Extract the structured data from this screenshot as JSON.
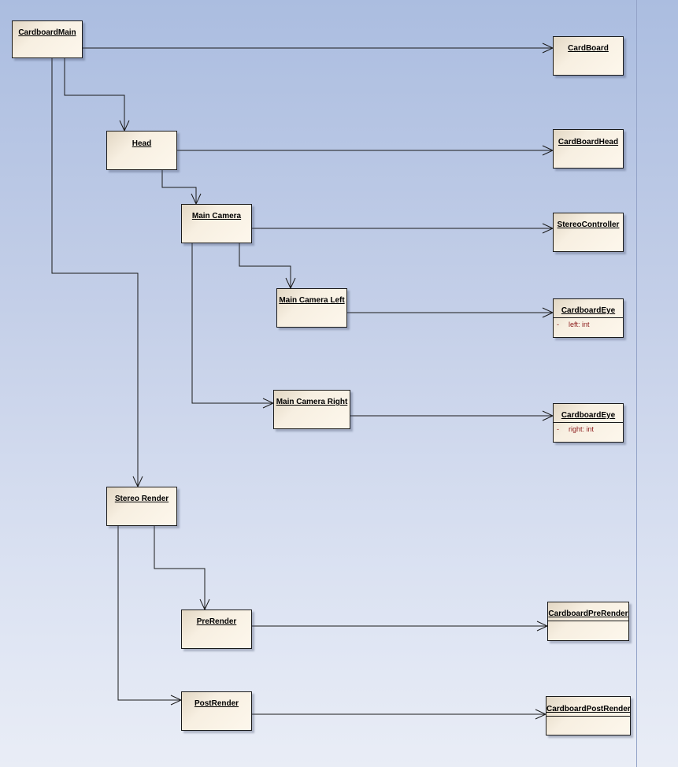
{
  "diagram": {
    "nodes": [
      {
        "id": "cardboardmain",
        "name": "CardboardMain",
        "attribute": null
      },
      {
        "id": "cardboard",
        "name": "CardBoard",
        "attribute": null
      },
      {
        "id": "head",
        "name": "Head",
        "attribute": null
      },
      {
        "id": "cardboardhead",
        "name": "CardBoardHead",
        "attribute": null
      },
      {
        "id": "main-camera",
        "name": "Main Camera",
        "attribute": null
      },
      {
        "id": "stereocontroller",
        "name": "StereoController",
        "attribute": null
      },
      {
        "id": "main-camera-left",
        "name": "Main Camera Left",
        "attribute": null
      },
      {
        "id": "cardboardeye-left",
        "name": "CardboardEye",
        "attribute": {
          "visibility": "-",
          "text": "left:  int"
        }
      },
      {
        "id": "main-camera-right",
        "name": "Main Camera Right",
        "attribute": null
      },
      {
        "id": "cardboardeye-right",
        "name": "CardboardEye",
        "attribute": {
          "visibility": "-",
          "text": "right:  int"
        }
      },
      {
        "id": "stereo-render",
        "name": "Stereo Render",
        "attribute": null
      },
      {
        "id": "prerender",
        "name": "PreRender",
        "attribute": null
      },
      {
        "id": "cardboardprerender",
        "name": "CardboardPreRender",
        "attribute": null
      },
      {
        "id": "postrender",
        "name": "PostRender",
        "attribute": null
      },
      {
        "id": "cardboardpostrender",
        "name": "CardboardPostRender",
        "attribute": null
      }
    ],
    "edges": [
      {
        "from": "cardboardmain",
        "to": "cardboard"
      },
      {
        "from": "cardboardmain",
        "to": "head"
      },
      {
        "from": "cardboardmain",
        "to": "stereo-render"
      },
      {
        "from": "head",
        "to": "cardboardhead"
      },
      {
        "from": "head",
        "to": "main-camera"
      },
      {
        "from": "main-camera",
        "to": "stereocontroller"
      },
      {
        "from": "main-camera",
        "to": "main-camera-left"
      },
      {
        "from": "main-camera",
        "to": "main-camera-right"
      },
      {
        "from": "main-camera-left",
        "to": "cardboardeye-left"
      },
      {
        "from": "main-camera-right",
        "to": "cardboardeye-right"
      },
      {
        "from": "stereo-render",
        "to": "prerender"
      },
      {
        "from": "stereo-render",
        "to": "postrender"
      },
      {
        "from": "prerender",
        "to": "cardboardprerender"
      },
      {
        "from": "postrender",
        "to": "cardboardpostrender"
      }
    ],
    "colors": {
      "background": "#abbde0",
      "node_fill": "#fdf7ec",
      "line": "#1a1a1a",
      "attribute_text": "#8b1a1a"
    }
  }
}
